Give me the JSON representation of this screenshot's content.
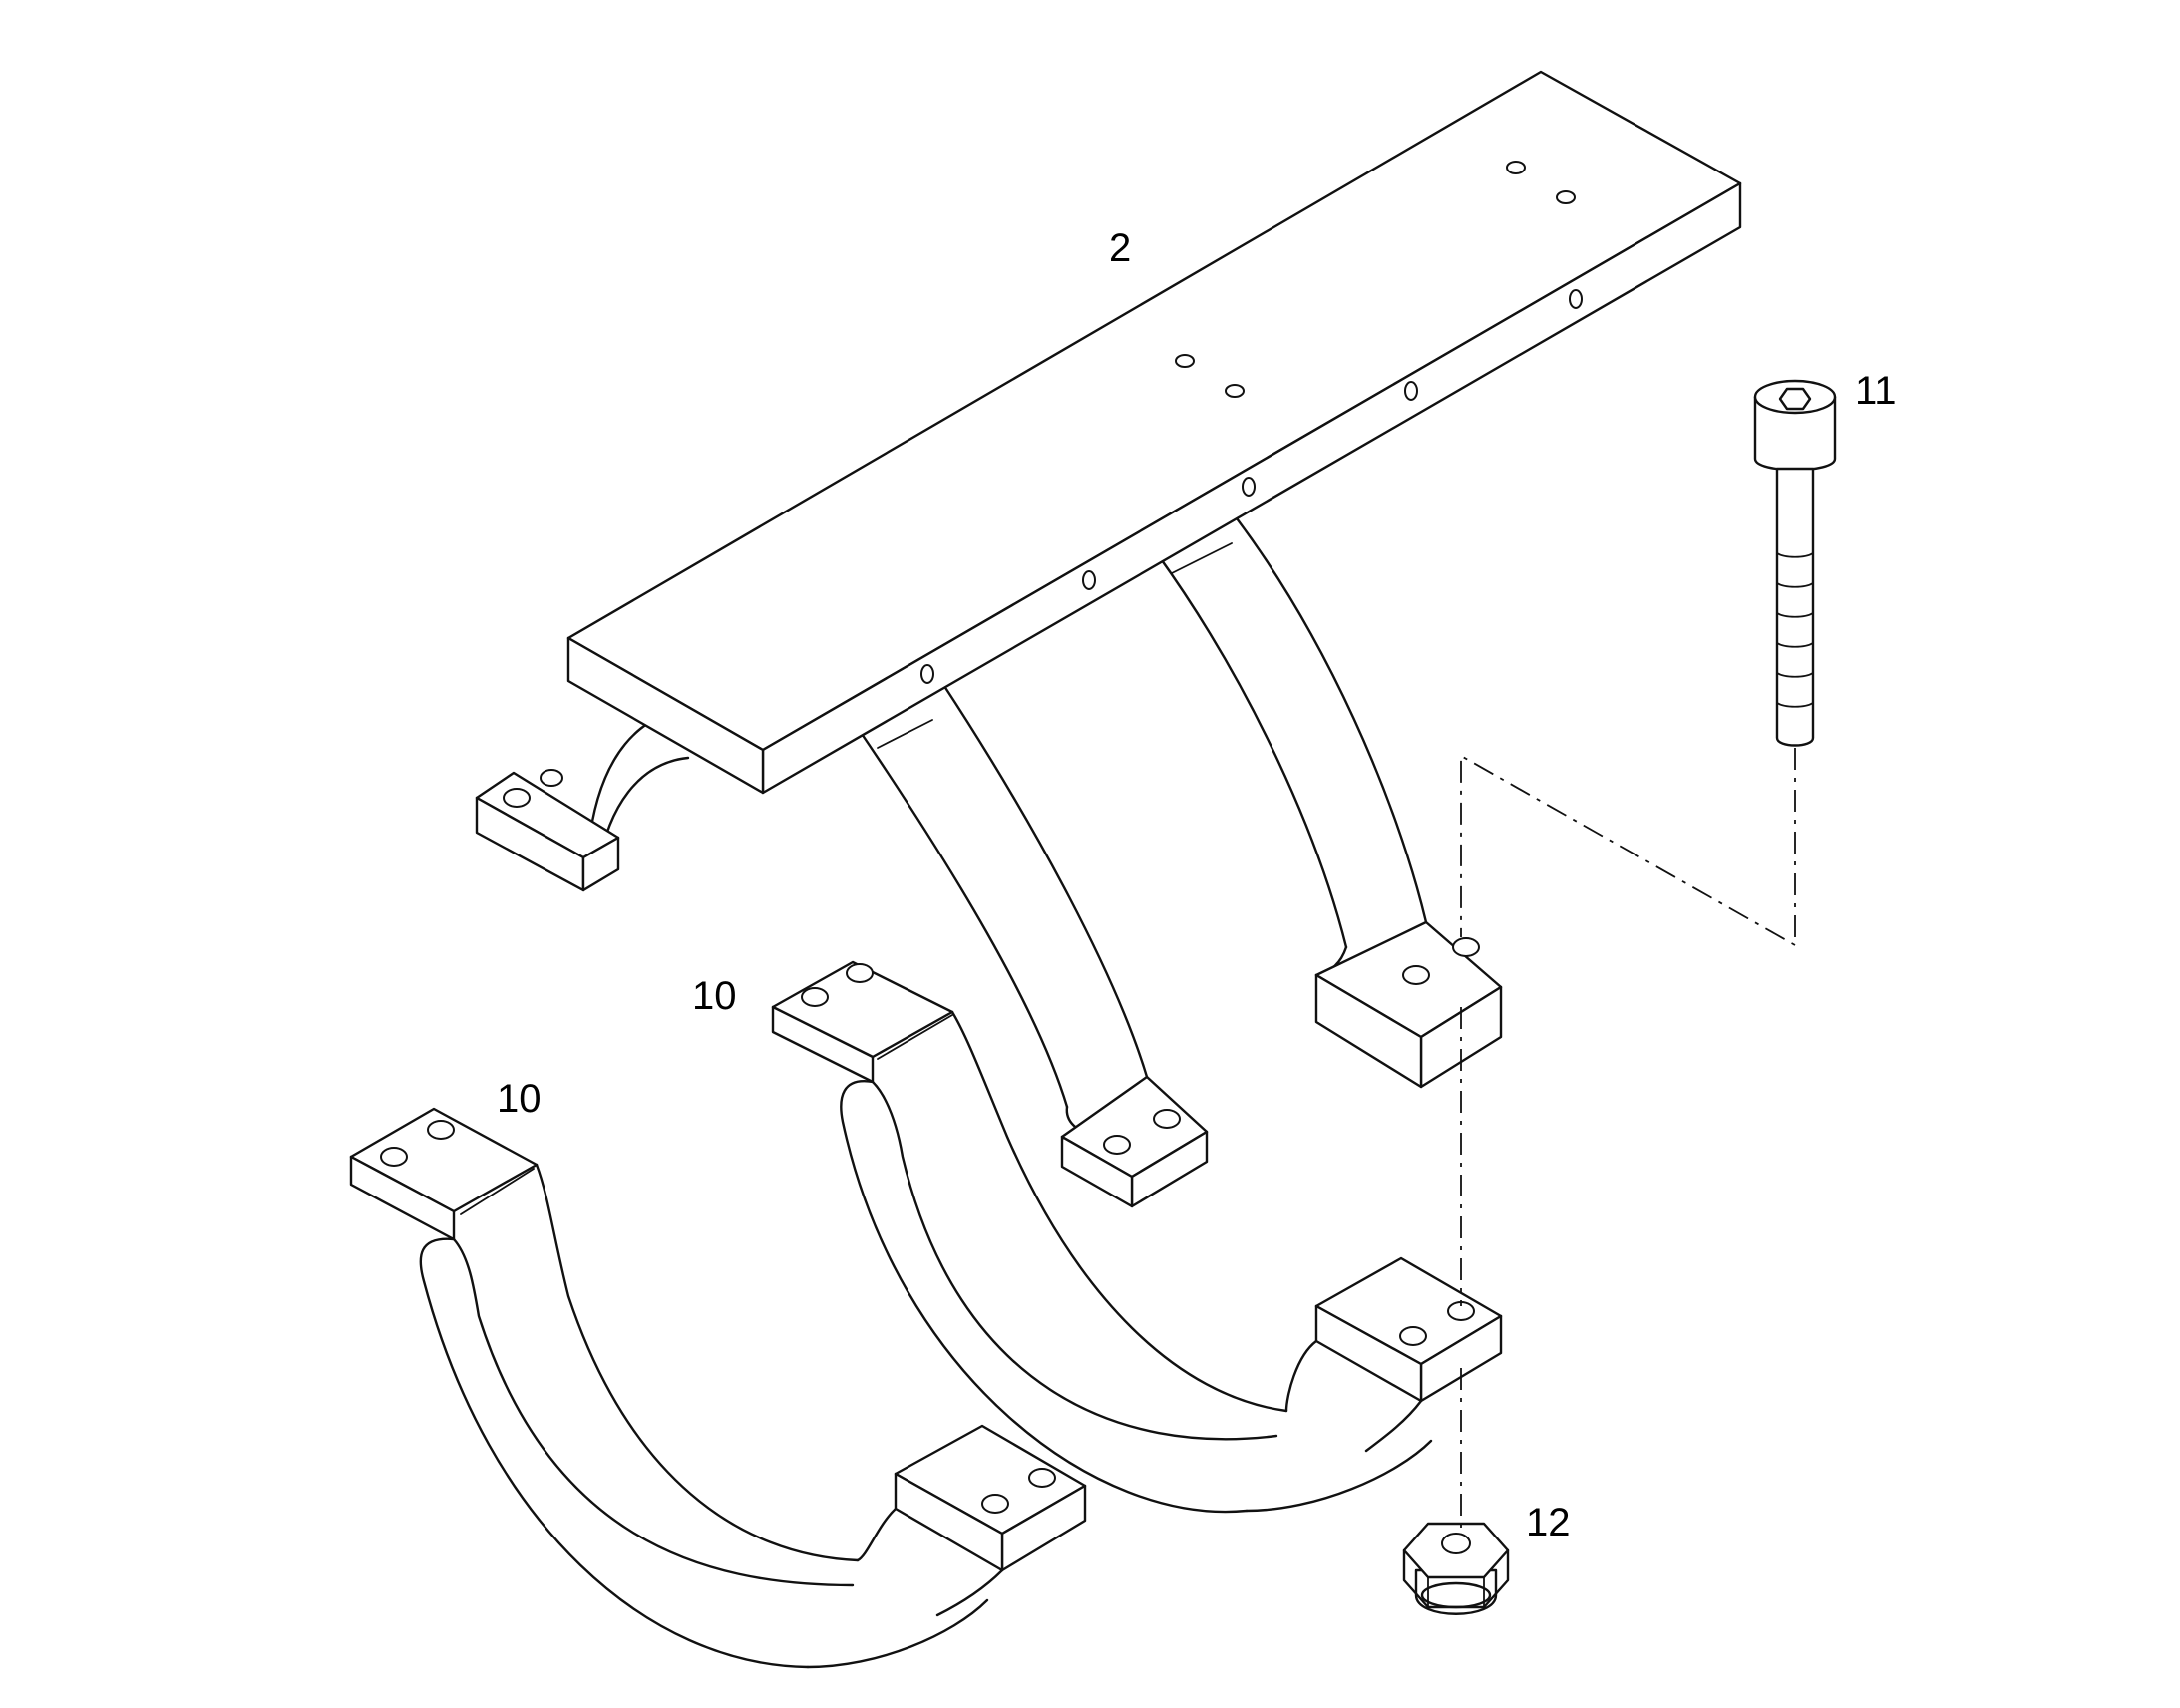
{
  "callouts": {
    "cross_beam": "2",
    "strap_upper": "10",
    "strap_lower": "10",
    "screw": "11",
    "nut": "12"
  },
  "colors": {
    "line": "#111111",
    "background": "#ffffff"
  }
}
